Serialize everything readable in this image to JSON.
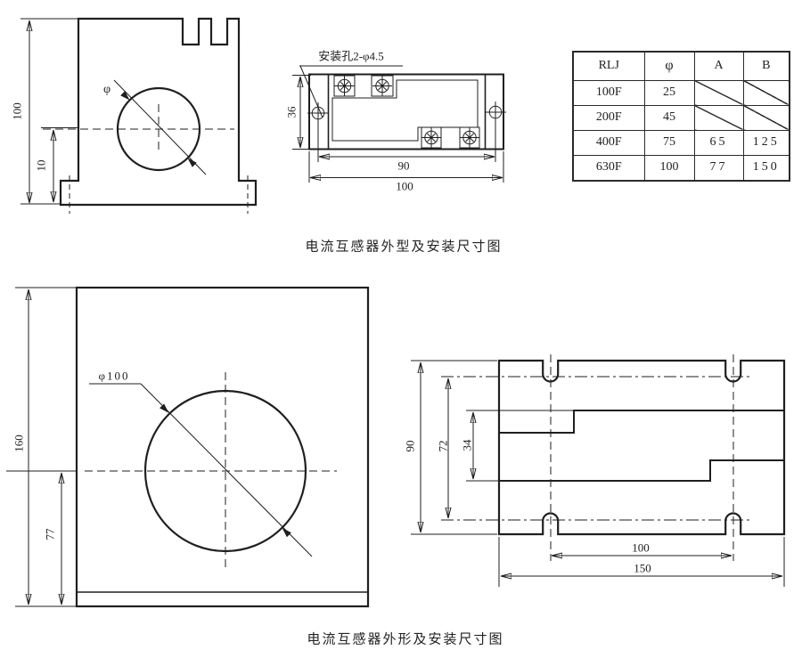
{
  "figure1": {
    "caption": "电流互感器外型及安装尺寸图",
    "front_view": {
      "height": "100",
      "base_offset": "10",
      "diameter_symbol": "φ"
    },
    "top_view": {
      "mount_hole_note": "安装孔2-φ4.5",
      "depth": "36",
      "hole_spacing": "90",
      "width": "100"
    },
    "spec_table": {
      "headers": [
        "RLJ",
        "φ",
        "A",
        "B"
      ],
      "rows": [
        [
          "100F",
          "25",
          "",
          ""
        ],
        [
          "200F",
          "45",
          "",
          ""
        ],
        [
          "400F",
          "75",
          "65",
          "125"
        ],
        [
          "630F",
          "100",
          "77",
          "150"
        ]
      ]
    }
  },
  "figure2": {
    "caption": "电流互感器外形及安装尺寸图",
    "front_view": {
      "height": "160",
      "center_height": "77",
      "hole_diameter": "φ100"
    },
    "side_view": {
      "height": "90",
      "slot_vertical_spacing": "72",
      "window_height": "34",
      "slot_horizontal_spacing": "100",
      "width": "150"
    }
  }
}
